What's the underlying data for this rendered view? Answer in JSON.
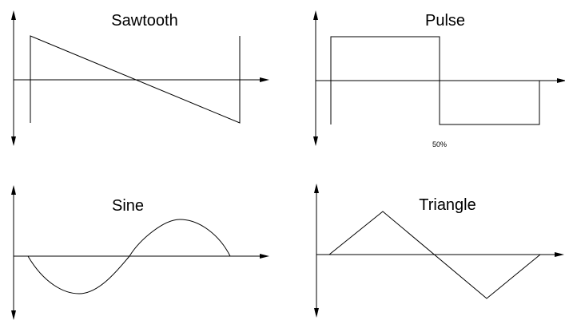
{
  "panels": [
    {
      "key": "sawtooth",
      "title": "Sawtooth",
      "note": ""
    },
    {
      "key": "pulse",
      "title": "Pulse",
      "note": "50%"
    },
    {
      "key": "sine",
      "title": "Sine",
      "note": ""
    },
    {
      "key": "triangle",
      "title": "Triangle",
      "note": ""
    }
  ]
}
